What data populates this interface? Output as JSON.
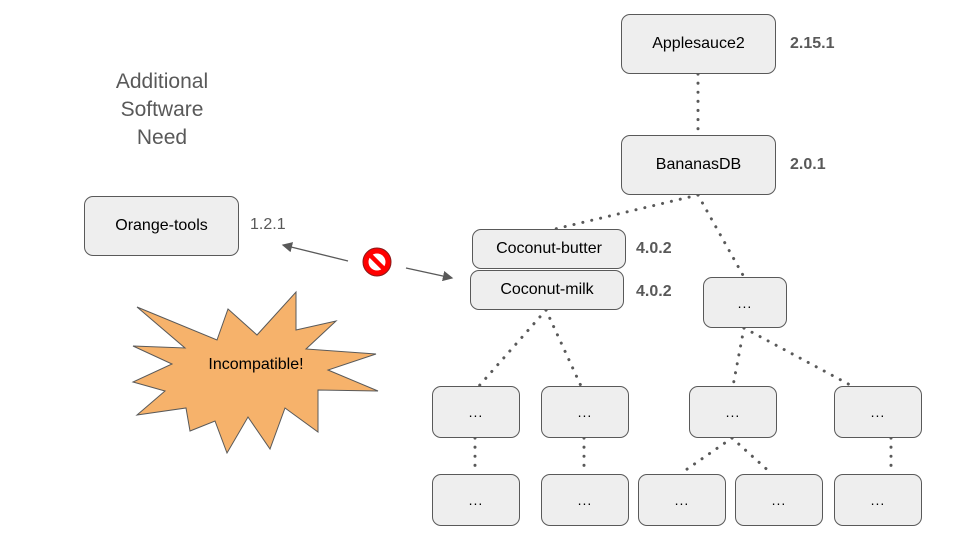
{
  "title_lines": [
    "Additional",
    "Software",
    "Need"
  ],
  "nodes": {
    "applesauce": {
      "label": "Applesauce2",
      "version": "2.15.1"
    },
    "bananas": {
      "label": "BananasDB",
      "version": "2.0.1"
    },
    "orange": {
      "label": "Orange-tools",
      "version": "1.2.1"
    },
    "coconut_butter": {
      "label": "Coconut-butter",
      "version": "4.0.2"
    },
    "coconut_milk": {
      "label": "Coconut-milk",
      "version": "4.0.2"
    },
    "placeholder_label": "..."
  },
  "callout": {
    "label": "Incompatible!",
    "fill": "#f6b26b"
  },
  "icons": {
    "conflict": "prohibited-icon"
  },
  "colors": {
    "node_fill": "#eeeeee",
    "node_border": "#595959",
    "connector": "#595959",
    "prohibit_red": "#ff0000"
  }
}
